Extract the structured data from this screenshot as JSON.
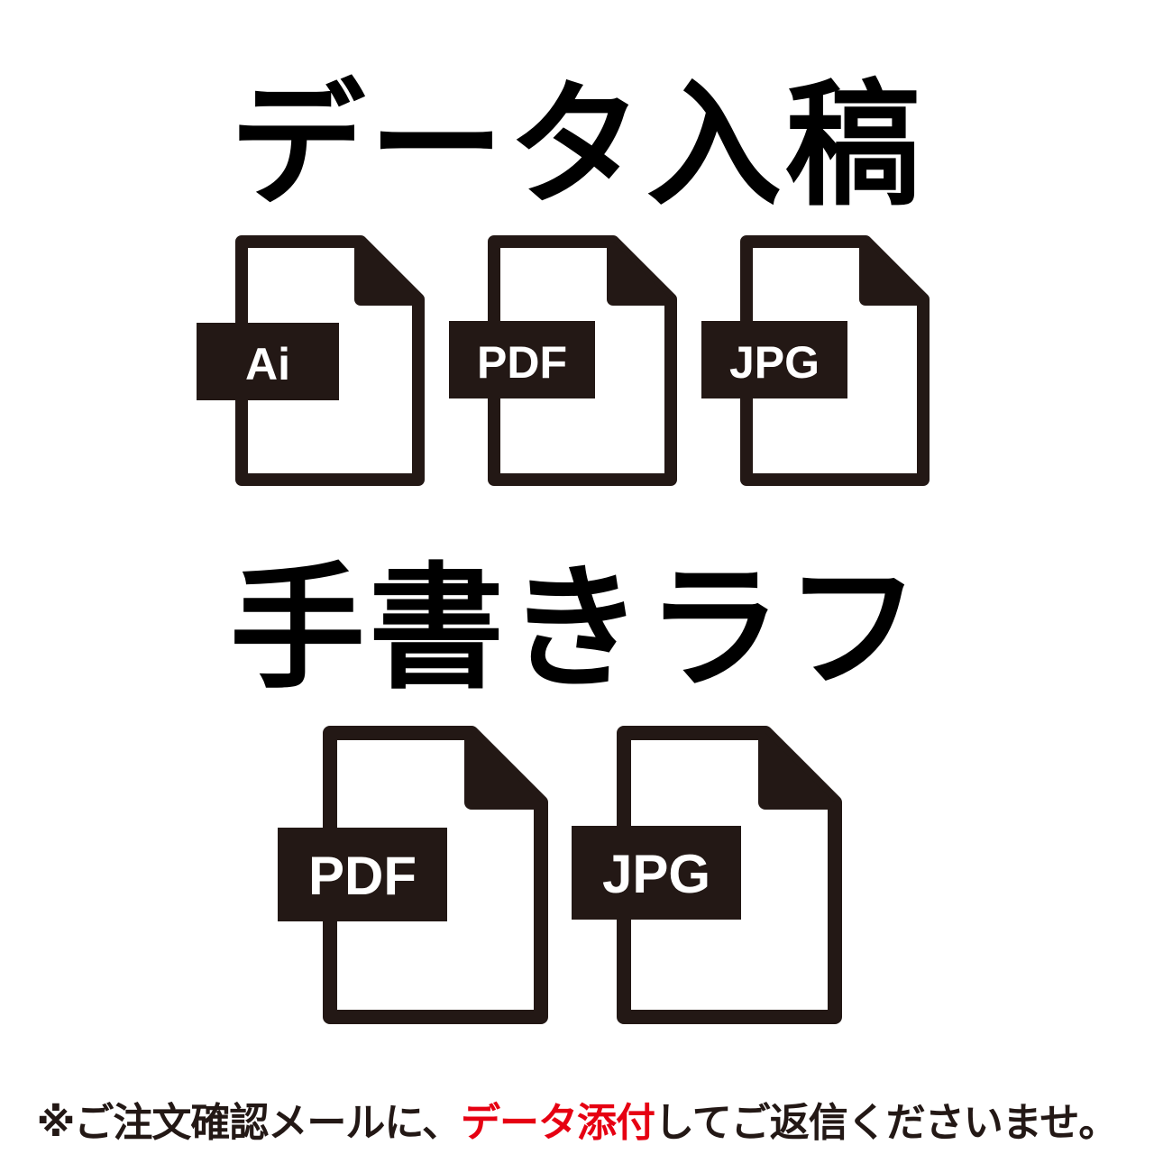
{
  "heading_data": "データ入稿",
  "heading_rough": "手書きラフ",
  "data_formats": [
    "Ai",
    "PDF",
    "JPG"
  ],
  "rough_formats": [
    "PDF",
    "JPG"
  ],
  "note": {
    "before": "※ご注文確認メールに、",
    "highlight": "データ添付",
    "after": "してご返信くださいませ。"
  },
  "colors": {
    "icon": "#231815",
    "highlight": "#e60012"
  }
}
